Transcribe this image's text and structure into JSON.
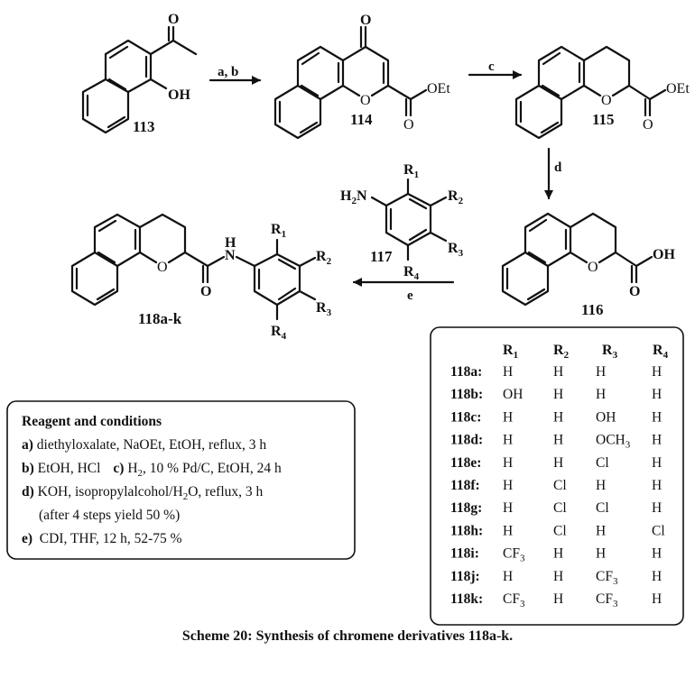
{
  "compounds": {
    "c113": {
      "label": "113",
      "atoms": {
        "O_keto": "O",
        "OH": "OH"
      }
    },
    "c114": {
      "label": "114",
      "atoms": {
        "O_keto": "O",
        "O_ring": "O",
        "O_ester": "O",
        "OEt": "OEt"
      }
    },
    "c115": {
      "label": "115",
      "atoms": {
        "O_ring": "O",
        "O_ester": "O",
        "OEt": "OEt"
      }
    },
    "c116": {
      "label": "116",
      "atoms": {
        "O_ring": "O",
        "O_acid": "O",
        "OH": "OH"
      }
    },
    "c117": {
      "label": "117",
      "atoms": {
        "amine": "H",
        "amine_sub": "2",
        "amine_N": "N",
        "R1": "R",
        "R1_sub": "1",
        "R2": "R",
        "R2_sub": "2",
        "R3": "R",
        "R3_sub": "3",
        "R4": "R",
        "R4_sub": "4"
      }
    },
    "c118": {
      "label": "118a-k",
      "atoms": {
        "O_ring": "O",
        "O_amide": "O",
        "N": "N",
        "H": "H",
        "R1": "R",
        "R1_sub": "1",
        "R2": "R",
        "R2_sub": "2",
        "R3": "R",
        "R3_sub": "3",
        "R4": "R",
        "R4_sub": "4"
      }
    }
  },
  "arrows": {
    "ab": {
      "label": "a, b"
    },
    "c": {
      "label": "c"
    },
    "d": {
      "label": "d"
    },
    "e": {
      "label": "e"
    }
  },
  "reagents": {
    "title": "Reagent and conditions",
    "lines": [
      {
        "key": "a)",
        "text": " diethyloxalate, NaOEt, EtOH, reflux, 3 h"
      },
      {
        "key": "b)",
        "text": " EtOH, HCl",
        "key2": "c)",
        "text2a": " H",
        "text2sub": "2",
        "text2b": ", 10 % Pd/C, EtOH, 24 h"
      },
      {
        "key": "d)",
        "text": " KOH, isopropylalcohol/H",
        "sub": "2",
        "text_after": "O, reflux, 3 h"
      },
      {
        "key": "",
        "text": "(after 4 steps yield 50 %)"
      },
      {
        "key": "e)",
        "text": "  CDI, THF, 12 h, 52-75 %"
      }
    ]
  },
  "substituent_table": {
    "headers": [
      {
        "base": "R",
        "sub": "1"
      },
      {
        "base": "R",
        "sub": "2"
      },
      {
        "base": "R",
        "sub": "3"
      },
      {
        "base": "R",
        "sub": "4"
      }
    ],
    "rows": [
      {
        "id": "118a:",
        "r": [
          [
            "H",
            ""
          ],
          [
            "H",
            ""
          ],
          [
            "H",
            ""
          ],
          [
            "H",
            ""
          ]
        ]
      },
      {
        "id": "118b:",
        "r": [
          [
            "OH",
            ""
          ],
          [
            "H",
            ""
          ],
          [
            "H",
            ""
          ],
          [
            "H",
            ""
          ]
        ]
      },
      {
        "id": "118c:",
        "r": [
          [
            "H",
            ""
          ],
          [
            "H",
            ""
          ],
          [
            "OH",
            ""
          ],
          [
            "H",
            ""
          ]
        ]
      },
      {
        "id": "118d:",
        "r": [
          [
            "H",
            ""
          ],
          [
            "H",
            ""
          ],
          [
            "OCH",
            "3"
          ],
          [
            "H",
            ""
          ]
        ]
      },
      {
        "id": "118e:",
        "r": [
          [
            "H",
            ""
          ],
          [
            "H",
            ""
          ],
          [
            "Cl",
            ""
          ],
          [
            "H",
            ""
          ]
        ]
      },
      {
        "id": "118f:",
        "r": [
          [
            "H",
            ""
          ],
          [
            "Cl",
            ""
          ],
          [
            "H",
            ""
          ],
          [
            "H",
            ""
          ]
        ]
      },
      {
        "id": "118g:",
        "r": [
          [
            "H",
            ""
          ],
          [
            "Cl",
            ""
          ],
          [
            "Cl",
            ""
          ],
          [
            "H",
            ""
          ]
        ]
      },
      {
        "id": "118h:",
        "r": [
          [
            "H",
            ""
          ],
          [
            "Cl",
            ""
          ],
          [
            "H",
            ""
          ],
          [
            "Cl",
            ""
          ]
        ]
      },
      {
        "id": "118i:",
        "r": [
          [
            "CF",
            "3"
          ],
          [
            "H",
            ""
          ],
          [
            "H",
            ""
          ],
          [
            "H",
            ""
          ]
        ]
      },
      {
        "id": "118j:",
        "r": [
          [
            "H",
            ""
          ],
          [
            "H",
            ""
          ],
          [
            "CF",
            "3"
          ],
          [
            "H",
            ""
          ]
        ]
      },
      {
        "id": "118k:",
        "r": [
          [
            "CF",
            "3"
          ],
          [
            "H",
            ""
          ],
          [
            "CF",
            "3"
          ],
          [
            "H",
            ""
          ]
        ]
      }
    ]
  },
  "caption": "Scheme 20: Synthesis of chromene derivatives 118a-k."
}
